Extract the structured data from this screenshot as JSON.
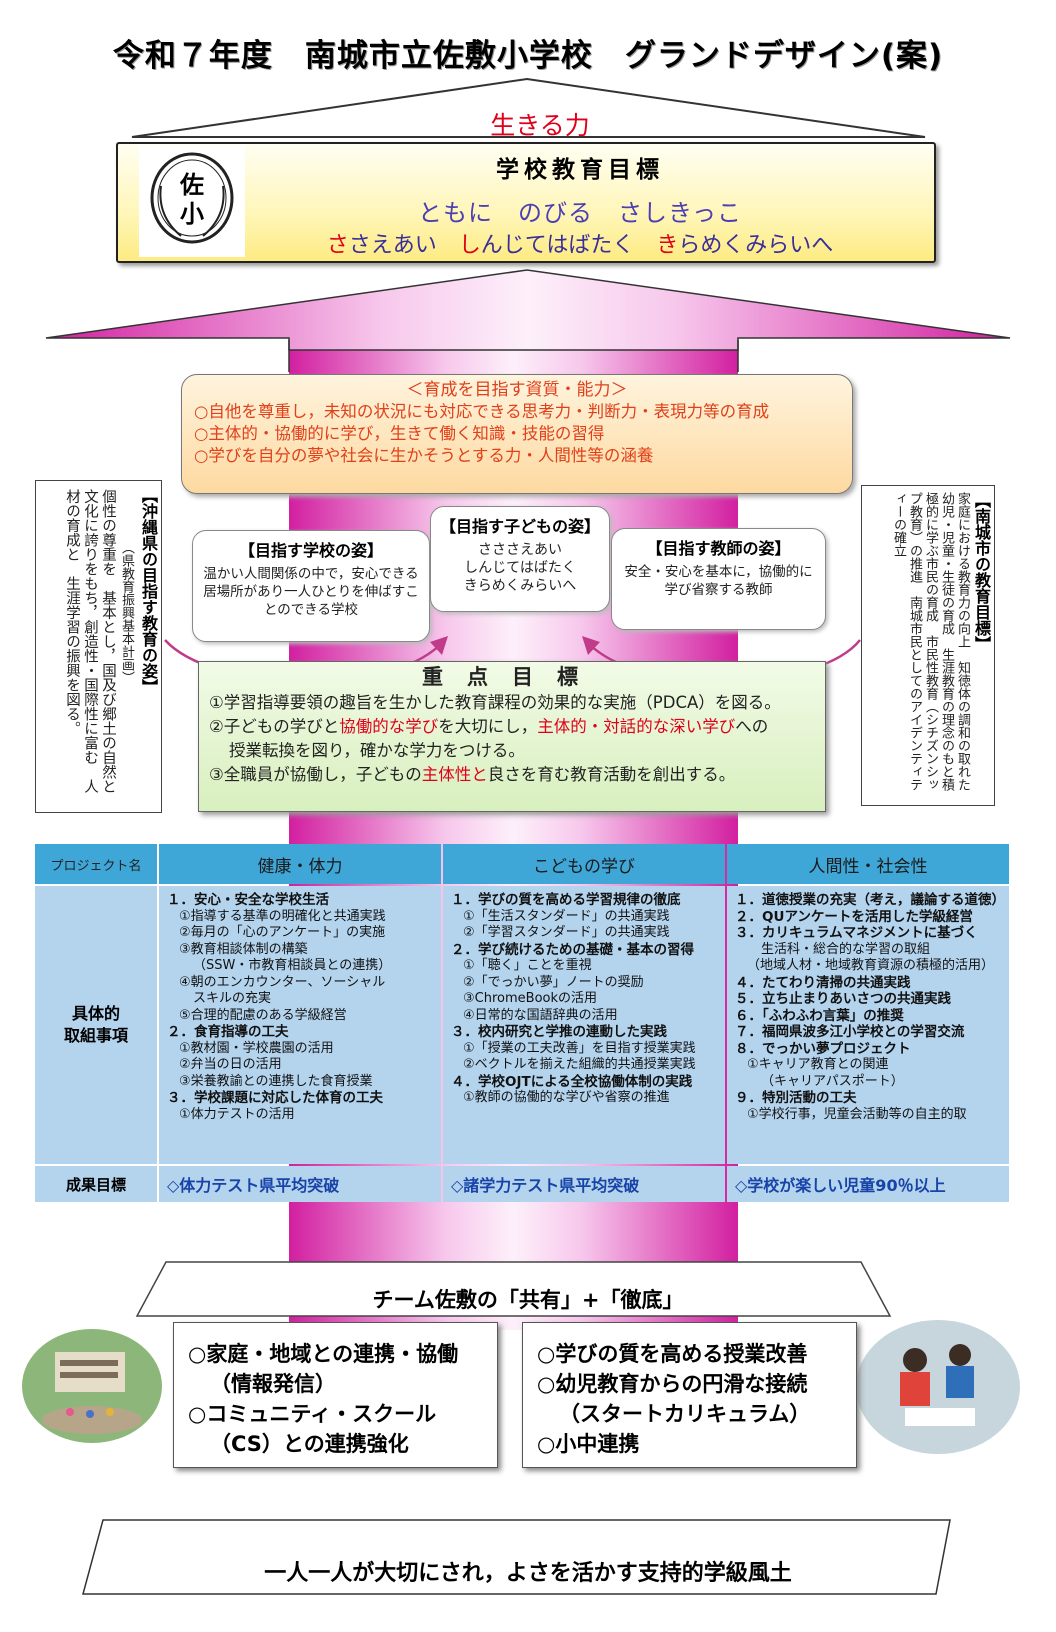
{
  "title": "令和７年度　南城市立佐敷小学校　グランドデザイン(案)",
  "ikiru": "生きる力",
  "school_goal": {
    "heading": "学校教育目標",
    "line1": "ともに　のびる　さしきっこ",
    "line2_parts": [
      "さ",
      "さえあい　",
      "し",
      "んじてはばたく　",
      "き",
      "らめくみらいへ"
    ],
    "logo_text_top": "佐",
    "logo_text_bottom": "小"
  },
  "qualities": {
    "heading": "＜育成を目指す資質・能力＞",
    "items": [
      "○自他を尊重し，未知の状況にも対応できる思考力・判断力・表現力等の育成",
      "○主体的・協働的に学び，生きて働く知識・技能の習得",
      "○学びを自分の夢や社会に生かそうとする力・人間性等の涵養"
    ]
  },
  "okinawa": {
    "heading": "【沖縄県の目指す教育の姿】",
    "sub": "（県教育振興基本計画）",
    "body": "個性の尊重を　基本とし，国及び郷土の自然と文化に誇りをもち，創造性・国際性に富む　人材の育成と　生涯学習の振興を図る。"
  },
  "nanjo": {
    "heading": "【南城市の教育目標】",
    "body": "家庭における教育力の向上　知徳体の調和の取れた幼児・児童・生徒の育成　生涯教育の理念のもと積極的に学ぶ市民の育成　市民性教育（シチズンシップ教育）の推進　南城市民としてのアイデンティティーの確立"
  },
  "school_image": {
    "heading": "【目指す学校の姿】",
    "body": "温かい人間関係の中で，安心できる居場所があり一人ひとりを伸ばすことのできる学校"
  },
  "child_image": {
    "heading": "【目指す子どもの姿】",
    "lines": [
      "さささえあい",
      "しんじてはばたく",
      "きらめくみらいへ"
    ]
  },
  "teacher_image": {
    "heading": "【目指す教師の姿】",
    "body": "安全・安心を基本に，協働的に学び省察する教師"
  },
  "focus": {
    "heading": "重点目標",
    "line1": "①学習指導要領の趣旨を生かした教育課程の効果的な実施（PDCA）を図る。",
    "line2_parts": [
      "②子どもの学びと",
      "協働的な学び",
      "を大切にし，",
      "主体的・対話的な深い学び",
      "への"
    ],
    "line2b": "授業転換を図り，確かな学力をつける。",
    "line3_parts": [
      "③全職員が協働し，子どもの",
      "主体性と",
      "良さを育む教育活動を創出する。"
    ]
  },
  "projects": {
    "label": "プロジェクト名",
    "columns": [
      "健康・体力",
      "こどもの学び",
      "人間性・社会性"
    ],
    "row_label": "具体的\n取組事項",
    "result_label": "成果目標",
    "col1": [
      {
        "t": "１．安心・安全な学校生活",
        "l": 0
      },
      {
        "t": "①指導する基準の明確化と共通実践",
        "l": 1
      },
      {
        "t": "②毎月の「心のアンケート」の実施",
        "l": 1
      },
      {
        "t": "③教育相談体制の構築",
        "l": 1
      },
      {
        "t": "（SSW・市教育相談員との連携）",
        "l": 2
      },
      {
        "t": "④朝のエンカウンター、ソーシャル",
        "l": 1
      },
      {
        "t": "スキルの充実",
        "l": 2
      },
      {
        "t": "⑤合理的配慮のある学級経営",
        "l": 1
      },
      {
        "t": "２．食育指導の工夫",
        "l": 0
      },
      {
        "t": "①教材園・学校農園の活用",
        "l": 1
      },
      {
        "t": "②弁当の日の活用",
        "l": 1
      },
      {
        "t": "③栄養教諭との連携した食育授業",
        "l": 1
      },
      {
        "t": "３．学校課題に対応した体育の工夫",
        "l": 0
      },
      {
        "t": "①体力テストの活用",
        "l": 1
      }
    ],
    "col2": [
      {
        "t": "１．学びの質を高める学習規律の徹底",
        "l": 0
      },
      {
        "t": "①「生活スタンダード」の共通実践",
        "l": 1
      },
      {
        "t": "②「学習スタンダード」の共通実践",
        "l": 1
      },
      {
        "t": "２．学び続けるための基礎・基本の習得",
        "l": 0
      },
      {
        "t": "①「聴く」ことを重視",
        "l": 1
      },
      {
        "t": "②「でっかい夢」ノートの奨励",
        "l": 1
      },
      {
        "t": "③ChromeBookの活用",
        "l": 1
      },
      {
        "t": "④日常的な国語辞典の活用",
        "l": 1
      },
      {
        "t": "３．校内研究と学推の連動した実践",
        "l": 0
      },
      {
        "t": "①「授業の工夫改善」を目指す授業実践",
        "l": 1
      },
      {
        "t": "②ベクトルを揃えた組織的共通授業実践",
        "l": 1
      },
      {
        "t": "４．学校OJTによる全校協働体制の実践",
        "l": 0
      },
      {
        "t": "①教師の協働的な学びや省察の推進",
        "l": 1
      }
    ],
    "col3": [
      {
        "t": "１．道徳授業の充実（考え，議論する道徳）",
        "l": 0
      },
      {
        "t": "２．QUアンケートを活用した学級経営",
        "l": 0
      },
      {
        "t": "３．カリキュラムマネジメントに基づく",
        "l": 0
      },
      {
        "t": "生活科・総合的な学習の取組",
        "l": 2
      },
      {
        "t": "（地域人材・地域教育資源の積極的活用）",
        "l": 1
      },
      {
        "t": "４．たてわり清掃の共通実践",
        "l": 0
      },
      {
        "t": "５．立ち止まりあいさつの共通実践",
        "l": 0
      },
      {
        "t": "６．「ふわふわ言葉」の推奨",
        "l": 0
      },
      {
        "t": "７．福岡県波多江小学校との学習交流",
        "l": 0
      },
      {
        "t": "８．でっかい夢プロジェクト",
        "l": 0
      },
      {
        "t": "①キャリア教育との関連",
        "l": 1
      },
      {
        "t": "（キャリアパスポート）",
        "l": 2
      },
      {
        "t": "９．特別活動の工夫",
        "l": 0
      },
      {
        "t": "①学校行事，児童会活動等の自主的取",
        "l": 1
      }
    ],
    "results": [
      "◇体力テスト県平均突破",
      "◇諸学力テスト県平均突破",
      "◇学校が楽しい児童90％以上"
    ]
  },
  "team": "チーム佐敷の「共有」+「徹底」",
  "coop_left": [
    "○家庭・地域との連携・協働",
    "（情報発信）",
    "○コミュニティ・スクール",
    "（CS）との連携強化"
  ],
  "coop_right": [
    "○学びの質を高める授業改善",
    "○幼児教育からの円滑な接続",
    "（スタートカリキュラム）",
    "○小中連携"
  ],
  "foundation": "一人一人が大切にされ，よさを活かす支持的学級風土",
  "colors": {
    "red": "#e0001a",
    "blue": "#4b3fb3",
    "header_blue": "#3fa7d8",
    "cell_blue": "#b4d4ee",
    "magenta": "#e040b0"
  }
}
